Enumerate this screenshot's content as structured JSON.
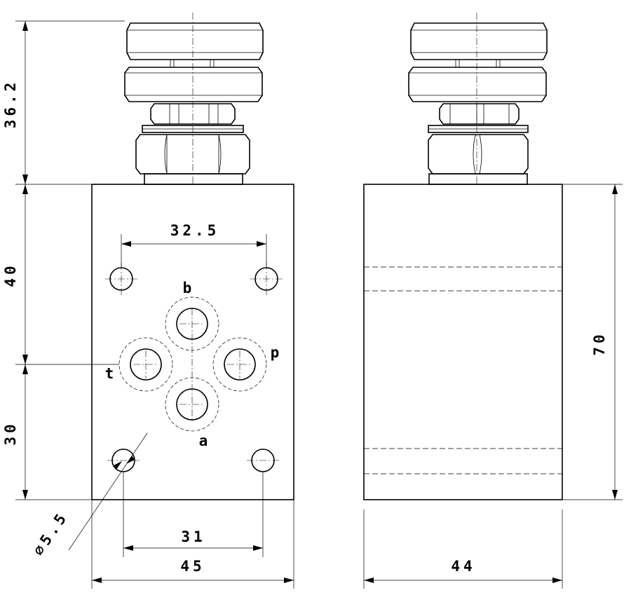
{
  "dimensions": {
    "height_knob": "36.2",
    "height_upper": "40",
    "height_lower": "30",
    "hole_spacing_top": "32.5",
    "hole_spacing_bottom": "31",
    "width_front": "45",
    "width_side": "44",
    "height_side": "70",
    "hole_diameter": "∅5.5"
  },
  "ports": {
    "a": "a",
    "b": "b",
    "p": "p",
    "t": "t"
  }
}
